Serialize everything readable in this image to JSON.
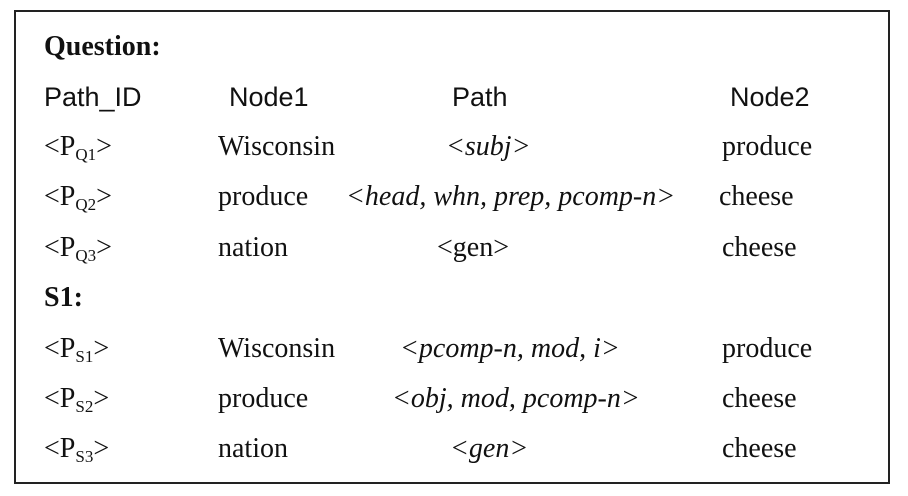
{
  "sections": {
    "question": "Question:",
    "s1": "S1:"
  },
  "headers": {
    "path_id": "Path_ID",
    "node1": "Node1",
    "path": "Path",
    "node2": "Node2"
  },
  "question_rows": [
    {
      "id_prefix": "<P",
      "id_sub": "Q1",
      "id_suffix": ">",
      "node1": "Wisconsin",
      "path": "<subj>",
      "path_italic": true,
      "node2": "produce"
    },
    {
      "id_prefix": "<P",
      "id_sub": "Q2",
      "id_suffix": ">",
      "node1": "produce",
      "path": "<head, whn, prep, pcomp-n>",
      "path_italic": true,
      "node2": "cheese"
    },
    {
      "id_prefix": "<P",
      "id_sub": "Q3",
      "id_suffix": ">",
      "node1": "nation",
      "path": "<gen>",
      "path_italic": false,
      "node2": "cheese"
    }
  ],
  "s1_rows": [
    {
      "id_prefix": "<P",
      "id_sub": "S1",
      "id_suffix": ">",
      "node1": "Wisconsin",
      "path": "<pcomp-n, mod, i>",
      "path_italic": true,
      "node2": "produce"
    },
    {
      "id_prefix": "<P",
      "id_sub": "S2",
      "id_suffix": ">",
      "node1": "produce",
      "path": "<obj, mod, pcomp-n>",
      "path_italic": true,
      "node2": "cheese"
    },
    {
      "id_prefix": "<P",
      "id_sub": "S3",
      "id_suffix": ">",
      "node1": "nation",
      "path": "<gen>",
      "path_italic": true,
      "node2": "cheese"
    }
  ]
}
